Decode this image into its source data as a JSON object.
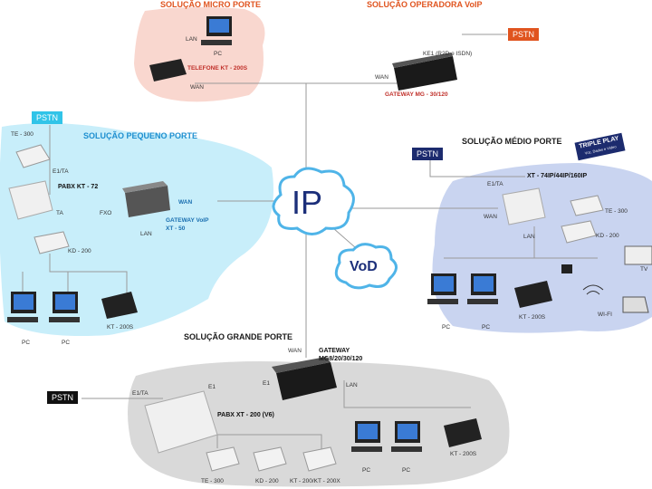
{
  "regions": {
    "micro": {
      "title": "SOLUÇÃO MICRO PORTE",
      "lan": "LAN",
      "pc": "PC",
      "phone": "TELEFONE KT - 200S",
      "wan": "WAN"
    },
    "operadora": {
      "title": "SOLUÇÃO OPERADORA VoIP",
      "pstn": "PSTN",
      "e1": "KE1 (R2D e ISDN)",
      "wan": "WAN",
      "gateway": "GATEWAY MG - 30/120"
    },
    "pequeno": {
      "title": "SOLUÇÃO PEQUENO PORTE",
      "pstn": "PSTN",
      "te": "TE - 300",
      "e1": "E1/TA",
      "pabx": "PABX KT - 72",
      "ta": "TA",
      "fxo": "FXO",
      "wan": "WAN",
      "gateway": "GATEWAY VoIP",
      "gateway_model": "XT - 50",
      "lan": "LAN",
      "kd": "KD - 200",
      "pc1": "PC",
      "pc2": "PC",
      "kt": "KT - 200S"
    },
    "medio": {
      "title": "SOLUÇÃO MÉDIO PORTE",
      "pstn": "PSTN",
      "triple_play": "TRIPLE PLAY",
      "triple_play_sub": "Voz, Dados e Vídeo",
      "e1": "E1/TA",
      "xt": "XT - 74IP/44IP/160IP",
      "wan": "WAN",
      "te": "TE - 300",
      "lan": "LAN",
      "kd": "KD - 200",
      "tv": "TV",
      "pc1": "PC",
      "pc2": "PC",
      "kt": "KT - 200S",
      "wifi": "WI-FI"
    },
    "grande": {
      "title": "SOLUÇÃO GRANDE PORTE",
      "pstn": "PSTN",
      "wan": "WAN",
      "gateway": "GATEWAY",
      "gateway_model": "MG8/20/30/120",
      "e1a": "E1",
      "e1b": "E1",
      "lan": "LAN",
      "e1ta": "E1/TA",
      "pabx": "PABX XT - 200 (V6)",
      "pc1": "PC",
      "pc2": "PC",
      "kt": "KT - 200S",
      "te": "TE - 300",
      "kd": "KD - 200",
      "kt2": "KT - 200/KT - 200X"
    }
  },
  "center": {
    "ip": "IP",
    "vod": "VoD"
  },
  "colors": {
    "micro_bg": "#f9d7cf",
    "pequeno_bg": "#c8eefa",
    "medio_bg": "#c9d4f0",
    "grande_bg": "#d9d9d9",
    "line": "#9a9a9a",
    "cloud": "#4fb4e8"
  }
}
